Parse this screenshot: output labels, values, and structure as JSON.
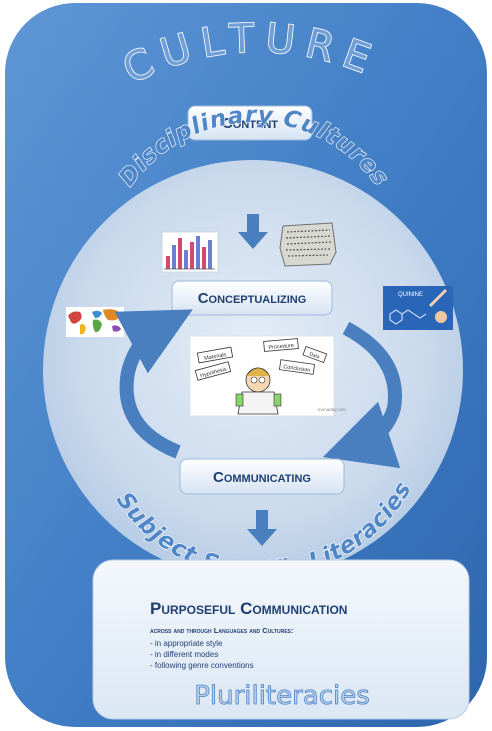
{
  "culture_title": "CULTURE",
  "content_label": "Content",
  "disciplinary_cultures": "Disciplinary Cultures",
  "conceptualizing_label": "Conceptualizing",
  "communicating_label": "Communicating",
  "subject_specific_literacies": "Subject Specific Literacies",
  "purposeful": {
    "title": "Purposeful Communication",
    "subtitle": "across and through Languages and Cultures:",
    "items": [
      "- in appropriate style",
      "- in different modes",
      "- following genre conventions"
    ]
  },
  "pluriliteracies": "Pluriliteracies",
  "cartoon": {
    "signs": [
      "Materials",
      "Procedure",
      "Hypothesis",
      "Conclusion",
      "Data"
    ],
    "credit": "toonaday.com"
  },
  "quinine_label": "QUININE",
  "colors": {
    "outer": "#3f7cc4",
    "circle": "#c5d6ea",
    "box_text": "#1f3f73",
    "arrow": "#4a7fbf"
  },
  "icons": [
    "bar-chart-icon",
    "ancient-tablet-icon",
    "world-map-icon",
    "molecule-icon",
    "scientist-cartoon-icon"
  ]
}
